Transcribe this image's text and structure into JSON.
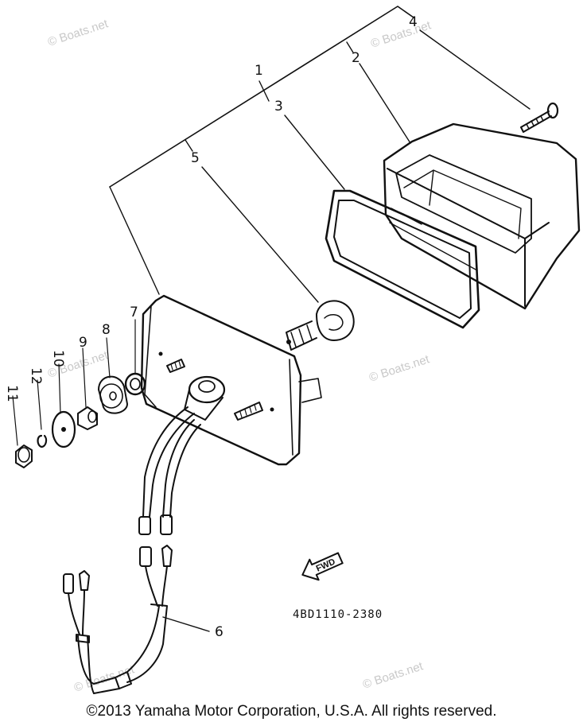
{
  "watermarks": [
    "© Boats.net",
    "© Boats.net",
    "© Boats.net",
    "© Boats.net",
    "© Boats.net",
    "© Boats.net"
  ],
  "callouts": [
    "1",
    "2",
    "3",
    "4",
    "5",
    "6",
    "7",
    "8",
    "9",
    "10",
    "11",
    "12"
  ],
  "part_code": "4BD1110-2380",
  "fwd_label": "FWD",
  "copyright": "©2013 Yamaha Motor Corporation, U.S.A. All rights reserved.",
  "icons": [
    "fwd-arrow-icon"
  ]
}
